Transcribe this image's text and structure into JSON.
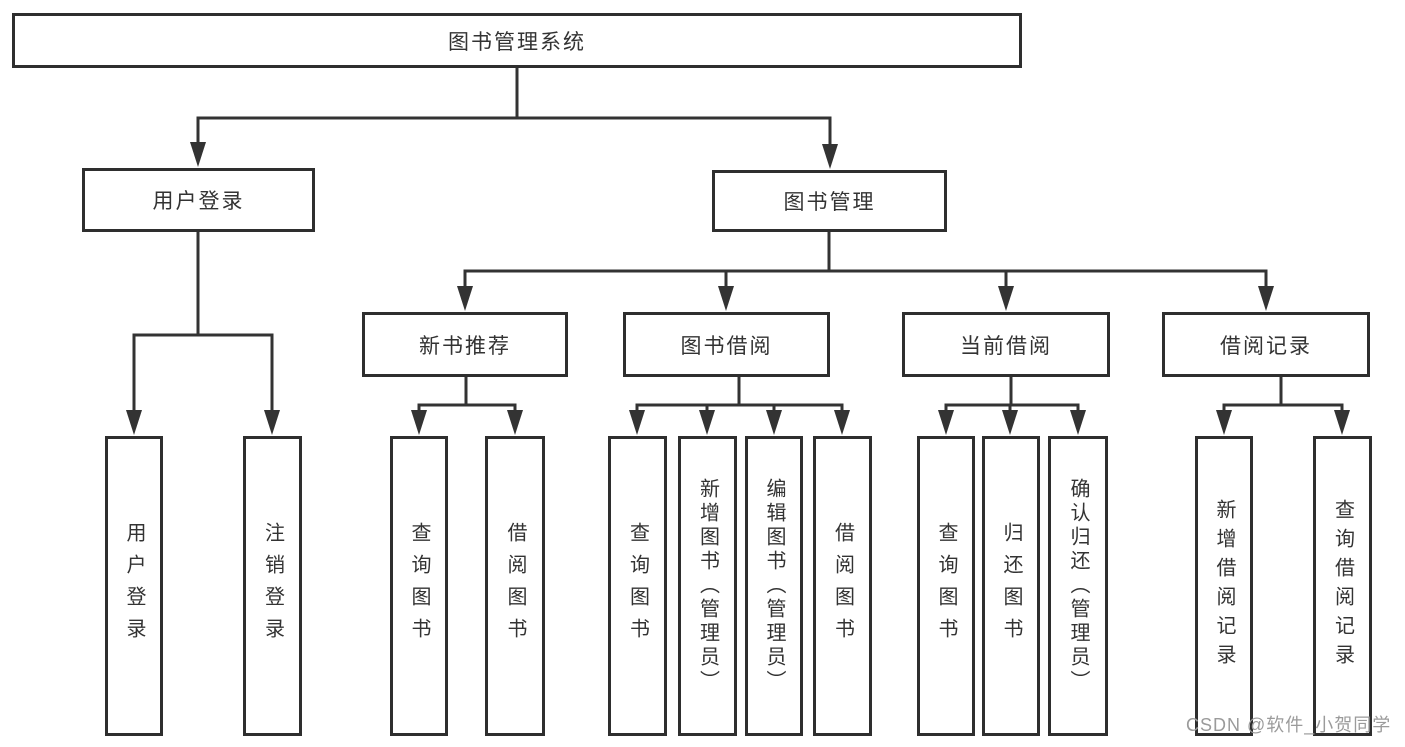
{
  "tree": {
    "root": {
      "label": "图书管理系统"
    },
    "user_login": {
      "label": "用户登录",
      "children": [
        {
          "label": "用户登录"
        },
        {
          "label": "注销登录"
        }
      ]
    },
    "book_management": {
      "label": "图书管理",
      "children": [
        {
          "label": "新书推荐",
          "children": [
            {
              "label": "查询图书"
            },
            {
              "label": "借阅图书"
            }
          ]
        },
        {
          "label": "图书借阅",
          "children": [
            {
              "label": "查询图书"
            },
            {
              "label": "新增图书（管理员）"
            },
            {
              "label": "编辑图书（管理员）"
            },
            {
              "label": "借阅图书"
            }
          ]
        },
        {
          "label": "当前借阅",
          "children": [
            {
              "label": "查询图书"
            },
            {
              "label": "归还图书"
            },
            {
              "label": "确认归还（管理员）"
            }
          ]
        },
        {
          "label": "借阅记录",
          "children": [
            {
              "label": "新增借阅记录"
            },
            {
              "label": "查询借阅记录"
            }
          ]
        }
      ]
    }
  },
  "watermark": {
    "text": "CSDN @软件_小贺同学"
  },
  "colors": {
    "line": "#333333",
    "box_border": "#2e2e2e",
    "text": "#333333",
    "watermark": "#9b9b9b",
    "background": "#ffffff"
  }
}
